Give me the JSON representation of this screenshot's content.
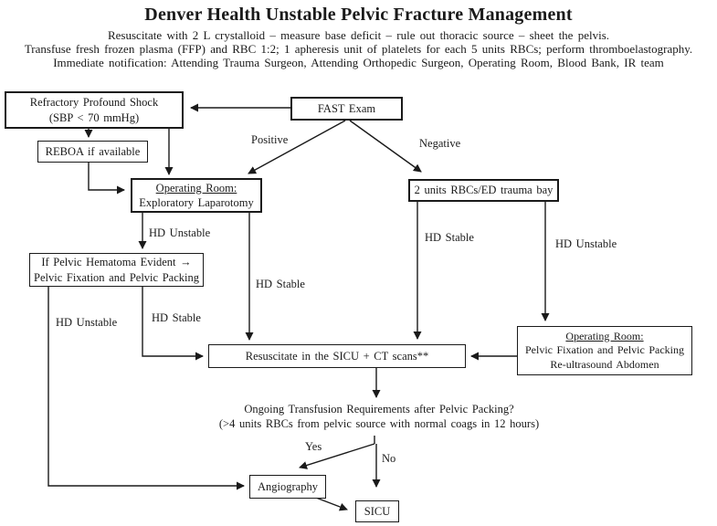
{
  "title": "Denver Health Unstable Pelvic Fracture Management",
  "instructions": {
    "line1": "Resuscitate with 2 L crystalloid – measure base deficit – rule out thoracic source – sheet the pelvis.",
    "line2": "Transfuse fresh frozen plasma (FFP) and RBC 1:2; 1 apheresis unit of platelets for each 5 units RBCs; perform thromboelastography.",
    "line3": "Immediate notification: Attending Trauma Surgeon, Attending Orthopedic Surgeon, Operating Room, Blood Bank, IR team"
  },
  "nodes": {
    "refractory_shock": {
      "line1": "Refractory Profound Shock",
      "line2": "(SBP < 70 mmHg)"
    },
    "reboa": {
      "label": "REBOA if available"
    },
    "fast_exam": {
      "label": "FAST Exam"
    },
    "or_laparotomy": {
      "title": "Operating Room:",
      "subtitle": "Exploratory Laparotomy"
    },
    "ed_trauma_bay": {
      "label": "2 units RBCs/ED trauma bay"
    },
    "pelvic_hematoma": {
      "line1": "If Pelvic Hematoma Evident →",
      "line2": "Pelvic Fixation and Pelvic Packing"
    },
    "sicu_ct": {
      "label": "Resuscitate in the SICU + CT scans**"
    },
    "or_pelvic_packing": {
      "title": "Operating Room:",
      "line2": "Pelvic Fixation and Pelvic Packing",
      "line3": "Re-ultrasound Abdomen"
    },
    "transfusion_question": {
      "line1": "Ongoing Transfusion Requirements after Pelvic Packing?",
      "line2": "(>4 units RBCs from pelvic source with normal coags in 12 hours)"
    },
    "angiography": {
      "label": "Angiography"
    },
    "sicu": {
      "label": "SICU"
    }
  },
  "edge_labels": {
    "positive": "Positive",
    "negative": "Negative",
    "hd_unstable_after_laparotomy": "HD Unstable",
    "hd_stable_after_laparotomy": "HD Stable",
    "hd_unstable_after_packing": "HD Unstable",
    "hd_stable_after_packing": "HD Stable",
    "hd_stable_after_ed": "HD Stable",
    "hd_unstable_after_ed": "HD Unstable",
    "yes": "Yes",
    "no": "No"
  },
  "colors": {
    "line": "#1a1a1a",
    "box_border": "#1a1a1a",
    "text": "#1a1a1a",
    "background": "#ffffff"
  }
}
